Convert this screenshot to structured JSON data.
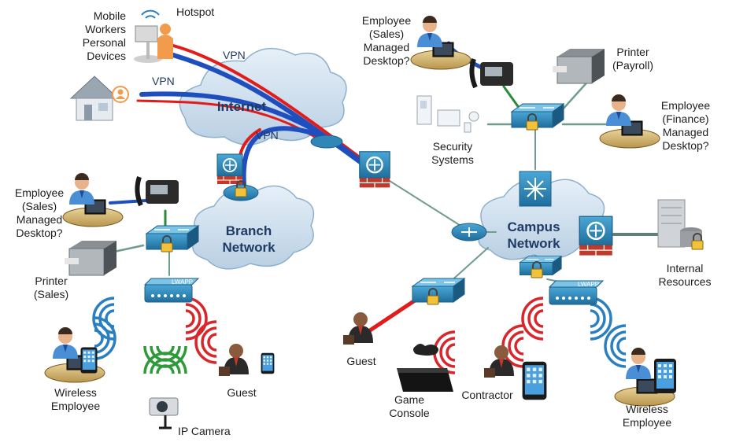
{
  "clouds": {
    "internet": "Internet",
    "branch": "Branch\nNetwork",
    "campus": "Campus\nNetwork"
  },
  "vpn_labels": [
    "VPN",
    "VPN",
    "VPN"
  ],
  "labels": {
    "mobile_workers": "Mobile\nWorkers\nPersonal\nDevices",
    "hotspot": "Hotspot",
    "employee_sales_top": "Employee\n(Sales)\nManaged\nDesktop?",
    "printer_payroll": "Printer\n(Payroll)",
    "employee_finance": "Employee\n(Finance)\nManaged\nDesktop?",
    "security_systems": "Security\nSystems",
    "internal_resources": "Internal\nResources",
    "employee_sales_branch": "Employee\n(Sales)\nManaged\nDesktop?",
    "printer_sales": "Printer\n(Sales)",
    "wireless_employee_branch": "Wireless\nEmployee",
    "ip_camera": "IP Camera",
    "guest_branch": "Guest",
    "guest_campus": "Guest",
    "game_console": "Game\nConsole",
    "contractor": "Contractor",
    "wireless_employee_campus": "Wireless\nEmployee"
  },
  "ap_label": "LWAPP",
  "colors": {
    "vpn_blue": "#1f4fbf",
    "vpn_red": "#e21b1b",
    "link_green": "#2c8a3c",
    "link_gray": "#6f9c8c",
    "cloud": "#cfe0ef",
    "device_blue": "#2f87b8",
    "wifi_blue": "#2a7fc1",
    "wifi_red": "#d9262b",
    "wifi_green": "#2e9a3a"
  }
}
